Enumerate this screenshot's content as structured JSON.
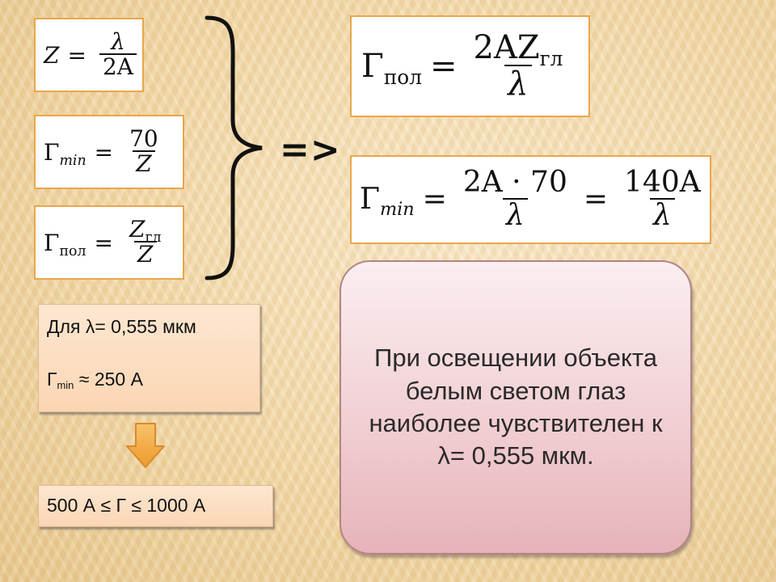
{
  "formulas": {
    "f1": {
      "lhs": "Z",
      "eq": "=",
      "num": "λ",
      "den": "2A"
    },
    "f2": {
      "lhs": "Γ",
      "lhs_sub": "min",
      "eq": "=",
      "num": "70",
      "den": "Z"
    },
    "f3": {
      "lhs": "Γ",
      "lhs_sub": "пол",
      "eq": "=",
      "num": "Z",
      "num_sub": "гл",
      "den": "Z"
    }
  },
  "implies": "=>",
  "results": {
    "r1": {
      "lhs": "Γ",
      "lhs_sub": "пол",
      "eq": "=",
      "num": "2AZ",
      "num_sub": "гл",
      "den": "λ"
    },
    "r2": {
      "lhs": "Γ",
      "lhs_sub": "min",
      "eq": "=",
      "num1": "2A · 70",
      "den1": "λ",
      "eq2": "=",
      "num2": "140A",
      "den2": "λ"
    }
  },
  "condition": {
    "line1": "Для λ= 0,555 мкм",
    "line2_symbol": "Г",
    "line2_sub": "min",
    "line2_rest": " ≈ 250 А"
  },
  "range": "500 А ≤ Г ≤ 1000 А",
  "note": "При освещении объекта белым светом глаз наиболее чувствителен к λ= 0,555 мкм.",
  "colors": {
    "box_border": "#e9a64c",
    "arrow": "#f0a43a",
    "note_bg": "#f1cfd3"
  }
}
